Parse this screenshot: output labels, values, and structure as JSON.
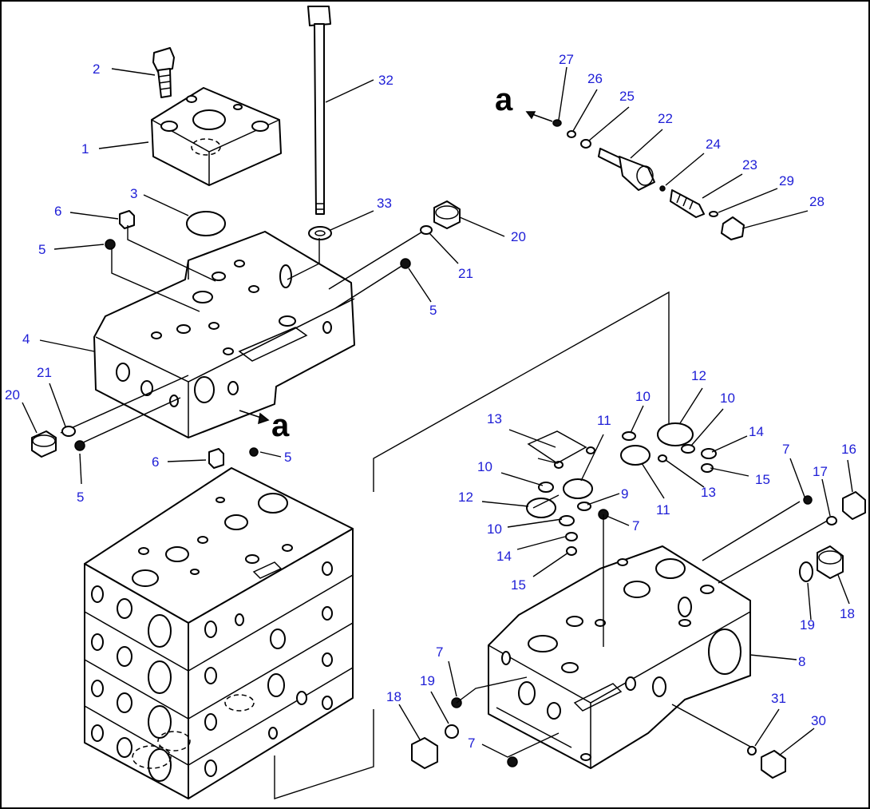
{
  "diagram": {
    "reference_letter": "a",
    "callouts": [
      "1",
      "2",
      "3",
      "4",
      "5",
      "6",
      "7",
      "8",
      "9",
      "10",
      "11",
      "12",
      "13",
      "14",
      "15",
      "16",
      "17",
      "18",
      "19",
      "20",
      "21",
      "22",
      "23",
      "24",
      "25",
      "26",
      "27",
      "28",
      "29",
      "30",
      "31",
      "32",
      "33"
    ]
  }
}
